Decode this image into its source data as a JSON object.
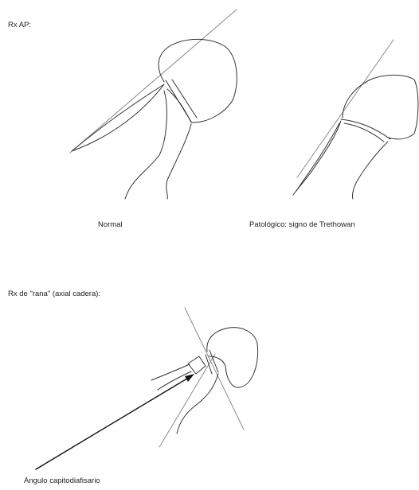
{
  "sections": {
    "ap": {
      "title": "Rx AP:"
    },
    "normal": {
      "caption": "Normal"
    },
    "pathologic": {
      "caption": "Patológico: signo de Trethowan"
    },
    "frog": {
      "title": "Rx de \"rana\" (axial cadera):"
    },
    "angle": {
      "label": "Ángulo capitodiafisario"
    }
  },
  "colors": {
    "outline": "#333333",
    "reference_line": "#8a8a8a",
    "arrow": "#111111"
  }
}
